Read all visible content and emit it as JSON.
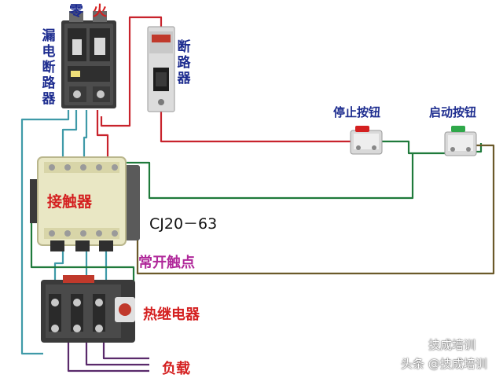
{
  "labels": {
    "neutral": "零",
    "live": "火",
    "rcd_breaker": "漏电断路器",
    "breaker": "断路器",
    "stop_button": "停止按钮",
    "start_button": "启动按钮",
    "contactor": "接触器",
    "model": "CJ20－63",
    "aux_contact": "常开触点",
    "thermal_relay": "热继电器",
    "load": "负载"
  },
  "watermark": {
    "faint": "技成培训",
    "credit": "头条 @技成培训"
  },
  "colors": {
    "title_blue": "#1d2c8f",
    "label_red": "#d42020",
    "aux_magenta": "#b0289a",
    "wire_red": "#c8232c",
    "wire_green": "#1f7a3b",
    "wire_teal": "#3f9aa8",
    "wire_olive": "#6b5a2a",
    "wire_purple": "#5a2a6b",
    "contactor_body": "#e9e7c4",
    "button_stop": "#d42020",
    "button_start": "#2fa84a"
  }
}
